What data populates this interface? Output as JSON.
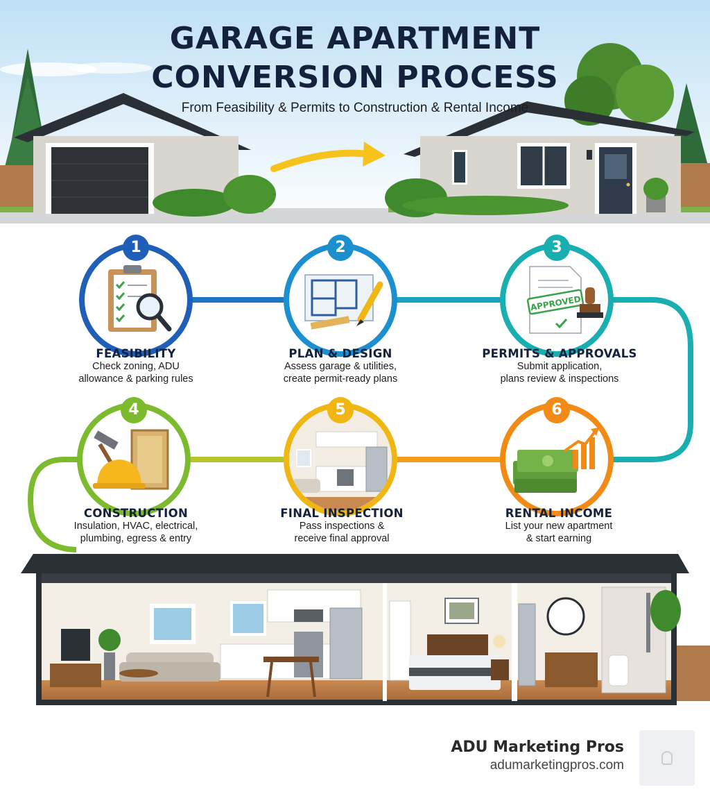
{
  "header": {
    "title_line1": "GARAGE APARTMENT",
    "title_line2": "CONVERSION PROCESS",
    "subtitle": "From Feasibility & Permits to Construction & Rental Income"
  },
  "steps": [
    {
      "number": "1",
      "title": "FEASIBILITY",
      "line1": "Check zoning, ADU",
      "line2": "allowance & parking rules",
      "color": "#1f5fb8",
      "icon": "clipboard-magnifier-icon"
    },
    {
      "number": "2",
      "title": "PLAN & DESIGN",
      "line1": "Assess garage & utilities,",
      "line2": "create permit-ready plans",
      "color": "#1c8fcf",
      "icon": "blueprint-pencil-icon"
    },
    {
      "number": "3",
      "title": "PERMITS & APPROVALS",
      "line1": "Submit application,",
      "line2": "plans review & inspections",
      "color": "#19aeb0",
      "icon": "approved-stamp-icon"
    },
    {
      "number": "4",
      "title": "CONSTRUCTION",
      "line1": "Insulation, HVAC, electrical,",
      "line2": "plumbing, egress & entry",
      "color": "#7cbb2e",
      "icon": "hardhat-hammer-icon"
    },
    {
      "number": "5",
      "title": "FINAL INSPECTION",
      "line1": "Pass inspections &",
      "line2": "receive final approval",
      "color": "#f0b614",
      "icon": "finished-kitchen-icon"
    },
    {
      "number": "6",
      "title": "RENTAL INCOME",
      "line1": "List your new apartment",
      "line2": "& start earning",
      "color": "#f28a16",
      "icon": "money-chart-icon"
    }
  ],
  "approved_stamp_text": "APPROVED",
  "brand": {
    "name": "ADU Marketing Pros",
    "url": "adumarketingpros.com"
  },
  "colors": {
    "title": "#14213d",
    "arrow": "#f5c31c",
    "roof": "#2b2f36",
    "siding": "#d9d6d0",
    "door": "#2f3a4a"
  }
}
